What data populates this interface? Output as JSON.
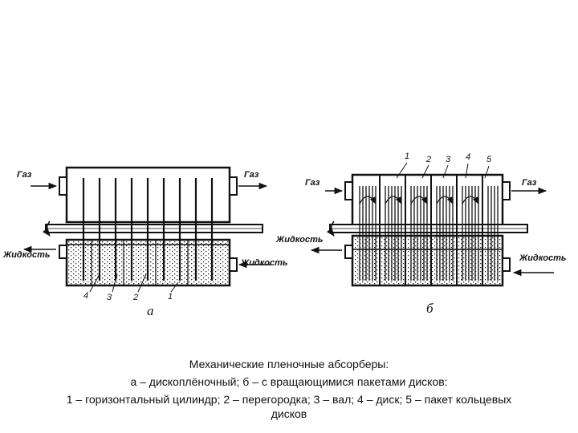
{
  "diagram": {
    "a": {
      "gas_in": "Газ",
      "gas_out": "Газ",
      "liquid_out": "Жидкость",
      "liquid_in": "Жидкость",
      "numbers": [
        "4",
        "3",
        "2",
        "1"
      ],
      "letter": "а"
    },
    "b": {
      "gas_in": "Газ",
      "gas_out": "Газ",
      "liquid_out": "Жидкость",
      "liquid_in": "Жидкость",
      "numbers": [
        "1",
        "2",
        "3",
        "4",
        "5"
      ],
      "letter": "б"
    }
  },
  "caption": {
    "title": "Механические пленочные абсорберы:",
    "subtitle": "а – дископлёночный; б – с вращающимися пакетами дисков:",
    "legend_line1": "1 – горизонтальный цилиндр; 2 – перегородка; 3 – вал; 4 – диск; 5 – пакет кольцевых",
    "legend_line2": "дисков"
  }
}
